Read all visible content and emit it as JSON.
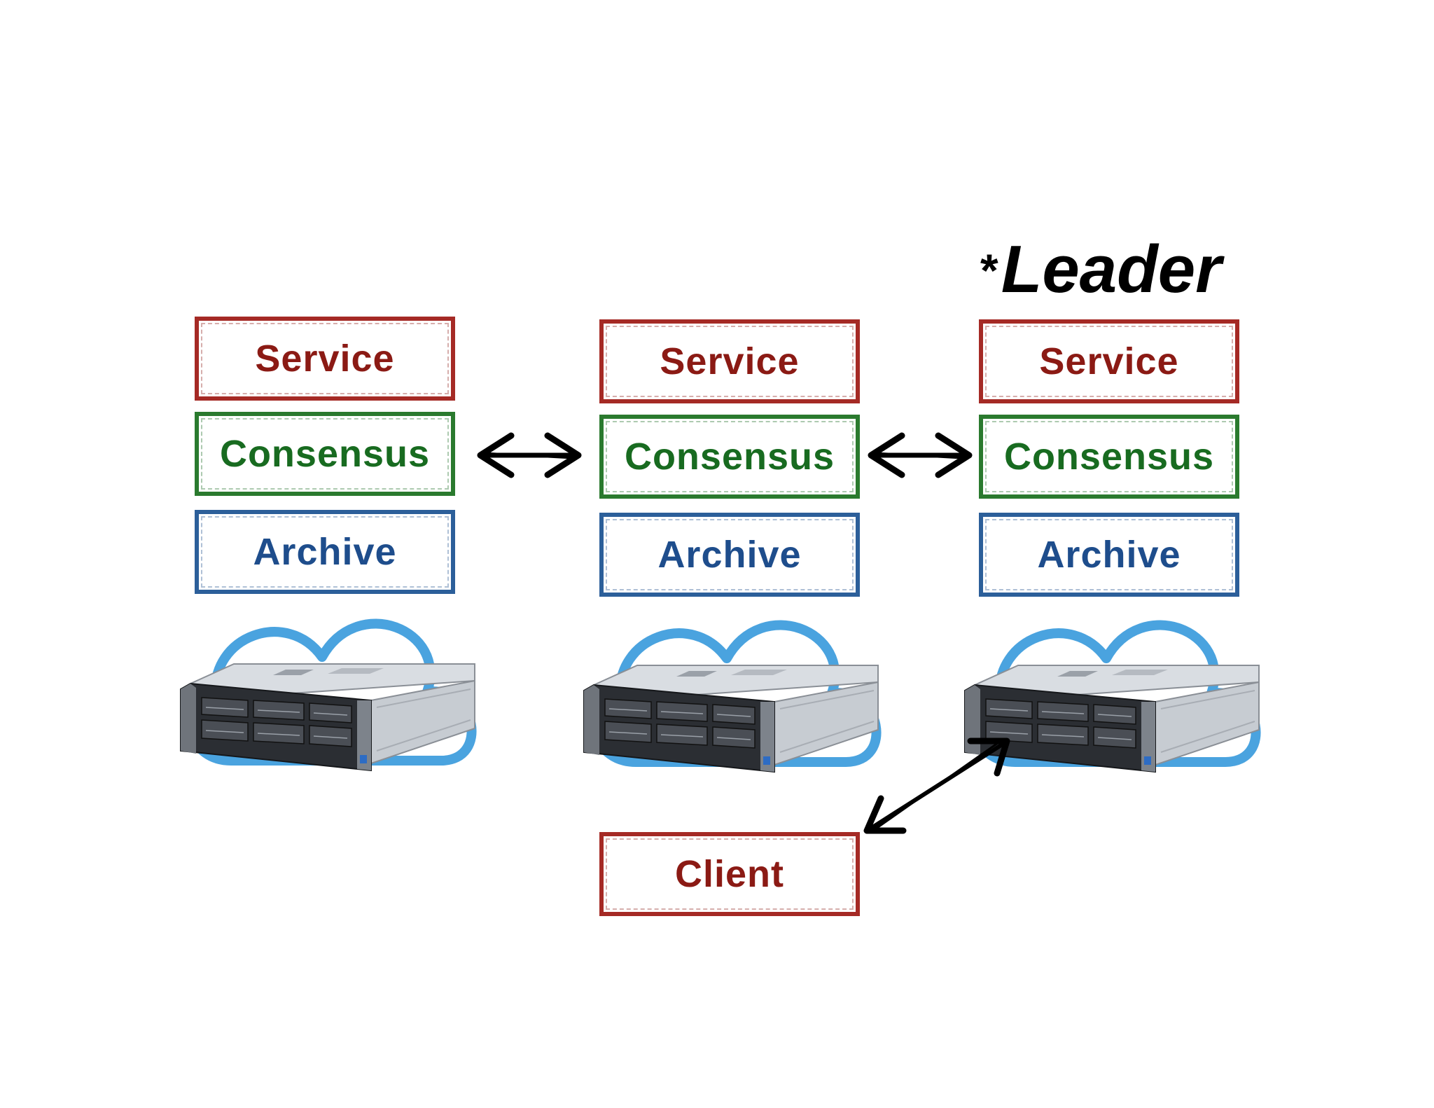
{
  "nodes": [
    {
      "service": "Service",
      "consensus": "Consensus",
      "archive": "Archive"
    },
    {
      "service": "Service",
      "consensus": "Consensus",
      "archive": "Archive"
    },
    {
      "service": "Service",
      "consensus": "Consensus",
      "archive": "Archive"
    }
  ],
  "leader": {
    "star": "*",
    "label": "Leader"
  },
  "client": {
    "label": "Client"
  },
  "colors": {
    "service": "#8b1a14",
    "consensus": "#186b20",
    "archive": "#1e4d8c",
    "cloud": "#4aa3df",
    "arrow": "#000000"
  },
  "icons": [
    "server-icon",
    "cloud-icon",
    "bidirectional-arrow-icon"
  ]
}
